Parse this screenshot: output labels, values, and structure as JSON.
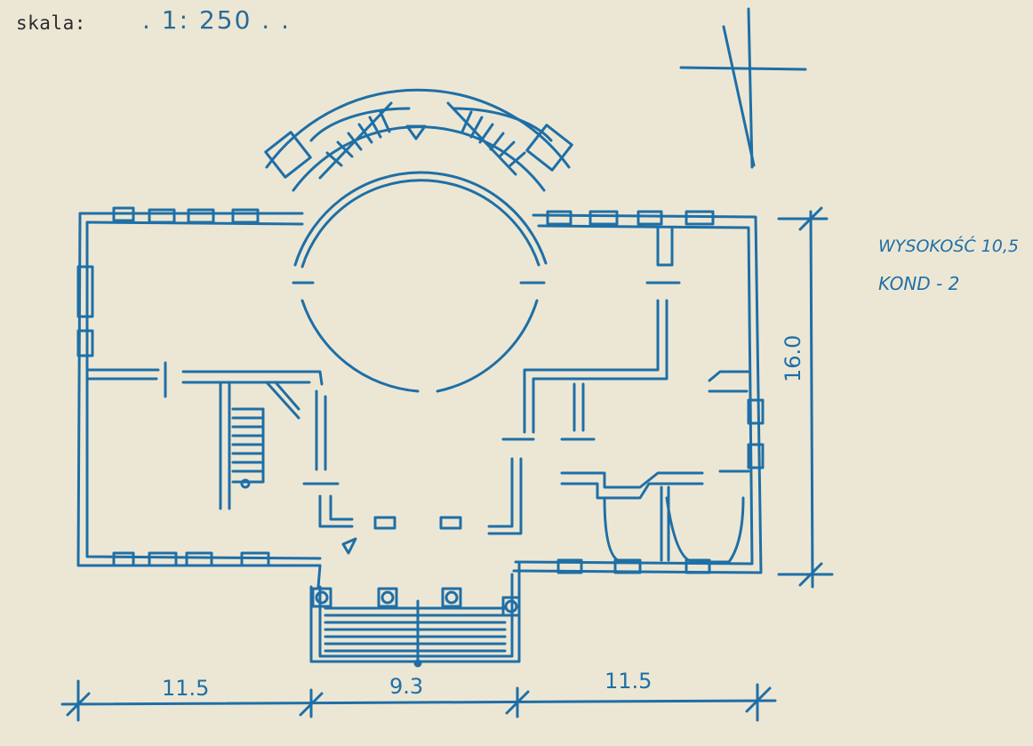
{
  "sheet": {
    "scale_label": "skala:",
    "scale_value": ". 1: 250 . ."
  },
  "notes": {
    "height": "WYSOKOŚĆ 10,5",
    "floors": "KOND - 2"
  },
  "dimensions": {
    "width_left": "11.5",
    "width_center": "9.3",
    "width_right": "11.5",
    "depth": "16.0"
  },
  "colors": {
    "paper": "#ece7d5",
    "ink": "#1f6fa6",
    "typewriter": "#2b2b2b"
  }
}
